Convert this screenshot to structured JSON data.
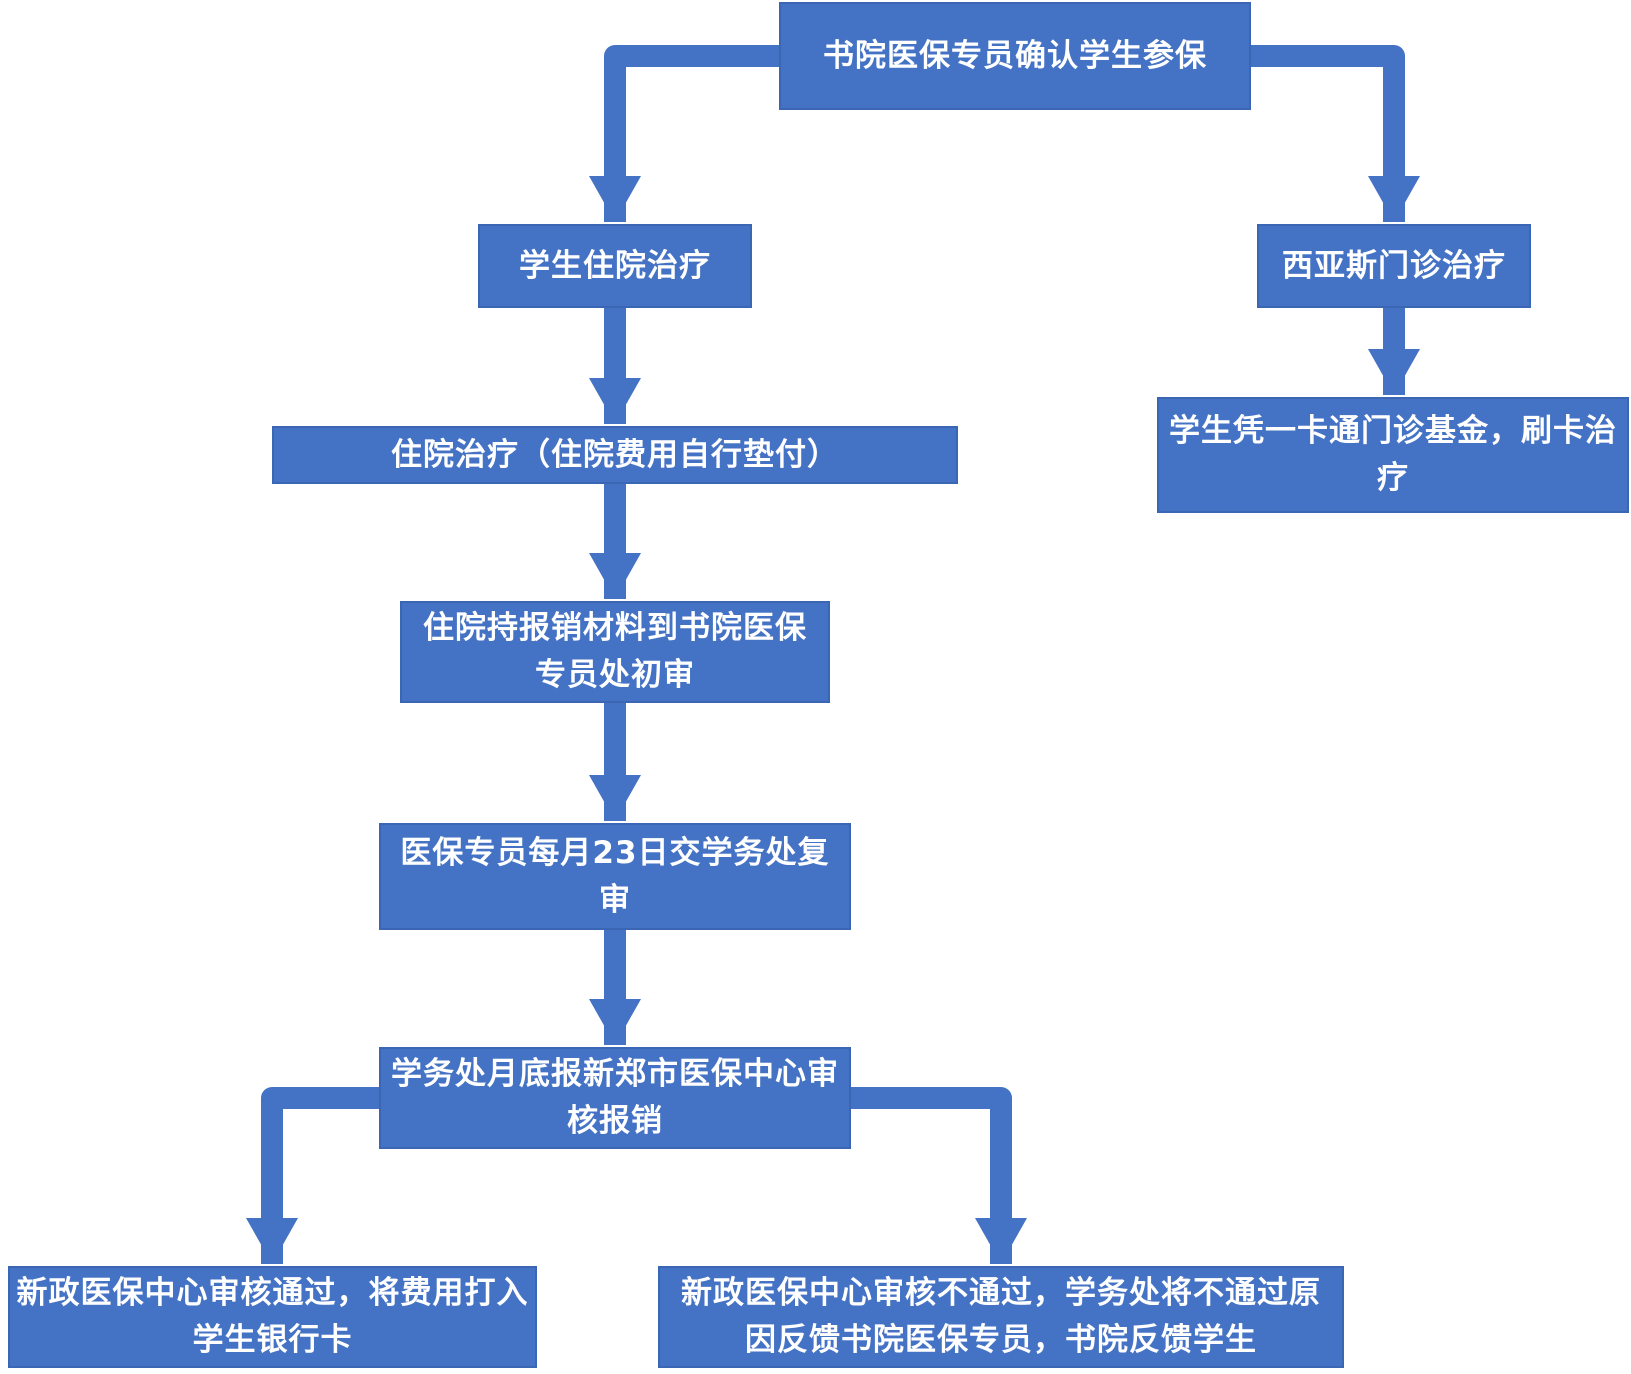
{
  "flowchart": {
    "colors": {
      "node_fill": "#4472c4",
      "node_text": "#ffffff",
      "arrow": "#4472c4",
      "background": "#ffffff"
    },
    "nodes": [
      {
        "id": "n1",
        "text": "书院医保专员确认学生参保"
      },
      {
        "id": "n2",
        "text": "学生住院治疗"
      },
      {
        "id": "n3",
        "text": "西亚斯门诊治疗"
      },
      {
        "id": "n4",
        "text": "住院治疗（住院费用自行垫付）"
      },
      {
        "id": "n5",
        "text": "学生凭一卡通门诊基金，刷卡治疗"
      },
      {
        "id": "n6",
        "text": "住院持报销材料到书院医保专员处初审"
      },
      {
        "id": "n7",
        "text": "医保专员每月23日交学务处复审"
      },
      {
        "id": "n8",
        "text": "学务处月底报新郑市医保中心审核报销"
      },
      {
        "id": "n9",
        "text": "新政医保中心审核通过，将费用打入学生银行卡"
      },
      {
        "id": "n10",
        "text": "新政医保中心审核不通过，学务处将不通过原因反馈书院医保专员，书院反馈学生"
      }
    ],
    "edges": [
      {
        "from": "n1",
        "to": "n2"
      },
      {
        "from": "n1",
        "to": "n3"
      },
      {
        "from": "n2",
        "to": "n4"
      },
      {
        "from": "n3",
        "to": "n5"
      },
      {
        "from": "n4",
        "to": "n6"
      },
      {
        "from": "n6",
        "to": "n7"
      },
      {
        "from": "n7",
        "to": "n8"
      },
      {
        "from": "n8",
        "to": "n9"
      },
      {
        "from": "n8",
        "to": "n10"
      }
    ]
  }
}
